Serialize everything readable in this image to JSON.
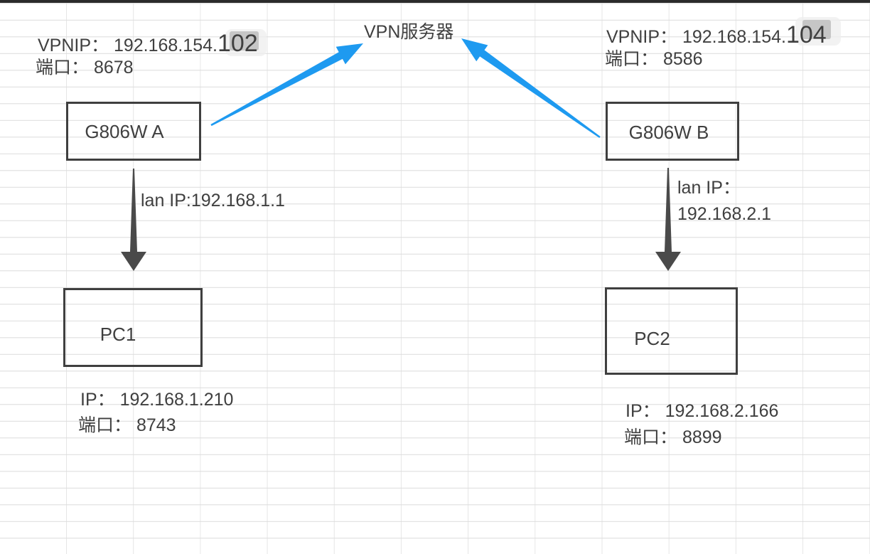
{
  "colors": {
    "text": "#3f3f3f",
    "box_border": "#3f3f3f",
    "blue_arrow": "#1e9af0",
    "dark_arrow": "#4a4a4a",
    "grid_line": "#dddddd",
    "top_bar": "#2b2b2b",
    "background": "#ffffff"
  },
  "vpn_server": {
    "label": "VPN服务器"
  },
  "router_a": {
    "box_label": "G806W A",
    "vpn_ip_prefix": "VPNIP： 192.168.154.",
    "vpn_ip_big": "102",
    "port": "端口： 8678",
    "lan_ip": "lan IP:192.168.1.1"
  },
  "router_b": {
    "box_label": "G806W B",
    "vpn_ip_prefix": "VPNIP： 192.168.154.",
    "vpn_ip_big": "104",
    "port": "端口： 8586",
    "lan_ip_line1": "lan IP：",
    "lan_ip_line2": "192.168.2.1"
  },
  "pc1": {
    "box_label": "PC1",
    "ip": "IP： 192.168.1.210",
    "port": "端口： 8743"
  },
  "pc2": {
    "box_label": "PC2",
    "ip": "IP： 192.168.2.166",
    "port": "端口： 8899"
  },
  "connections": [
    {
      "from": "G806W A",
      "to": "VPN服务器",
      "style": "blue-arrow"
    },
    {
      "from": "G806W B",
      "to": "VPN服务器",
      "style": "blue-arrow"
    },
    {
      "from": "G806W A",
      "to": "PC1",
      "style": "dark-arrow"
    },
    {
      "from": "G806W B",
      "to": "PC2",
      "style": "dark-arrow"
    }
  ]
}
